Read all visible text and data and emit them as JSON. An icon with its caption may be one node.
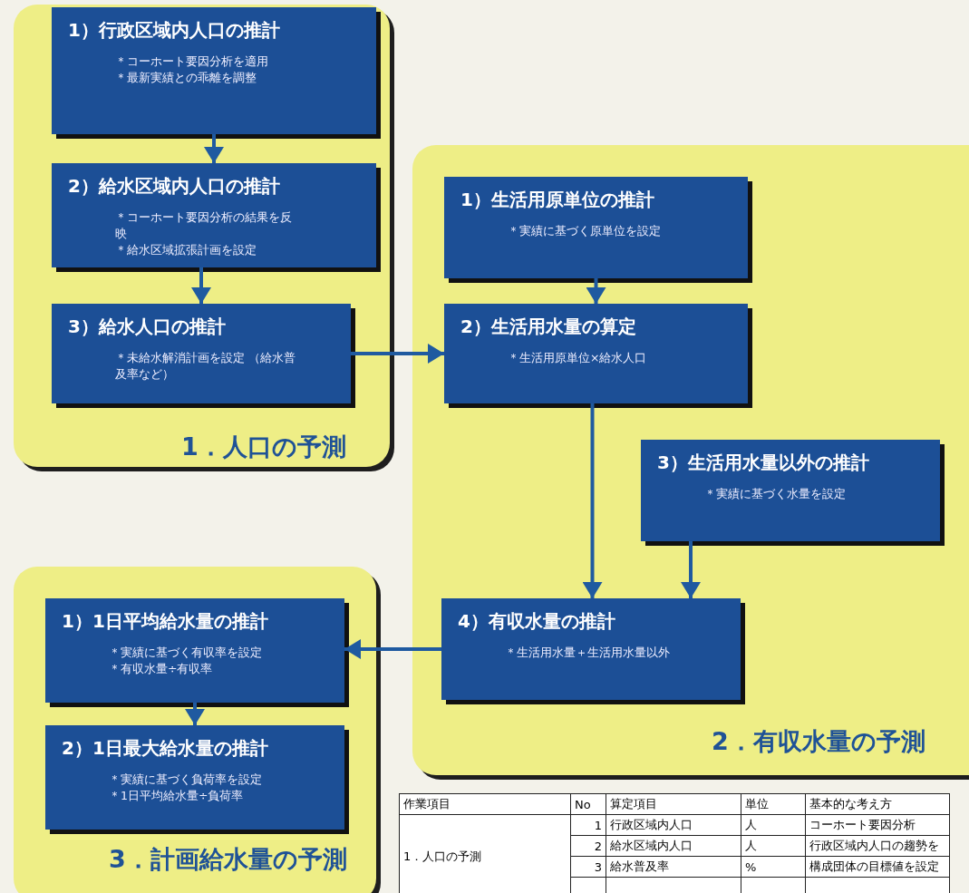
{
  "diagram": {
    "nodes": [
      {
        "text": [
          "1．人口の予測"
        ]
      },
      {
        "text": [
          "1）行政区域内人口の推計",
          "＊コーホート要因分析を適用",
          "＊最新実績との乖離を調整"
        ],
        "in": 0
      },
      {
        "text": [
          "2）給水区域内人口の推計",
          "＊コーホート要因分析の結果を反映",
          "＊給水区域拡張計画を設定"
        ],
        "in": 0
      },
      {
        "text": [
          "3）給水人口の推計",
          "＊未給水解消計画を設定 （給水普及率など）"
        ],
        "in": 0
      },
      {
        "text": [
          "2．有収水量の予測"
        ]
      },
      {
        "text": [
          "1）生活用原単位の推計",
          "＊実績に基づく原単位を設定"
        ],
        "in": 4
      },
      {
        "text": [
          "2）生活用水量の算定",
          "＊生活用原単位×給水人口"
        ],
        "in": 4
      },
      {
        "text": [
          "3）生活用水量以外の推計",
          "＊実績に基づく水量を設定"
        ],
        "in": 4
      },
      {
        "text": [
          "4）有収水量の推計",
          "＊生活用水量＋生活用水量以外"
        ],
        "in": 4
      },
      {
        "text": [
          "3．計画給水量の予測"
        ]
      },
      {
        "text": [
          "1）1日平均給水量の推計",
          "＊実績に基づく有収率を設定",
          "＊有収水量÷有収率"
        ],
        "in": 9
      },
      {
        "text": [
          "2）1日最大給水量の推計",
          "＊実績に基づく負荷率を設定",
          "＊1日平均給水量÷負荷率"
        ],
        "in": 9
      }
    ],
    "edges": [
      {
        "from": 1,
        "to": 2,
        "arrow": "to"
      },
      {
        "from": 2,
        "to": 3,
        "arrow": "to"
      },
      {
        "from": 3,
        "to": 6,
        "arrow": "to"
      },
      {
        "from": 5,
        "to": 6,
        "arrow": "to"
      },
      {
        "from": 6,
        "to": 8,
        "arrow": "to"
      },
      {
        "from": 7,
        "to": 8,
        "arrow": "to"
      },
      {
        "from": 8,
        "to": 10,
        "arrow": "to"
      },
      {
        "from": 10,
        "to": 11,
        "arrow": "to"
      }
    ],
    "labels": [
      "作業項目",
      "No",
      "算定項目",
      "単位",
      "基本的な考え方",
      "1．人口の予測",
      "1",
      "行政区域内人口",
      "人",
      "コーホート要因分析",
      "2",
      "給水区域内人口",
      "人",
      "行政区域内人口の趨勢を",
      "3",
      "給水普及率",
      "%",
      "構成団体の目標値を設定"
    ]
  }
}
